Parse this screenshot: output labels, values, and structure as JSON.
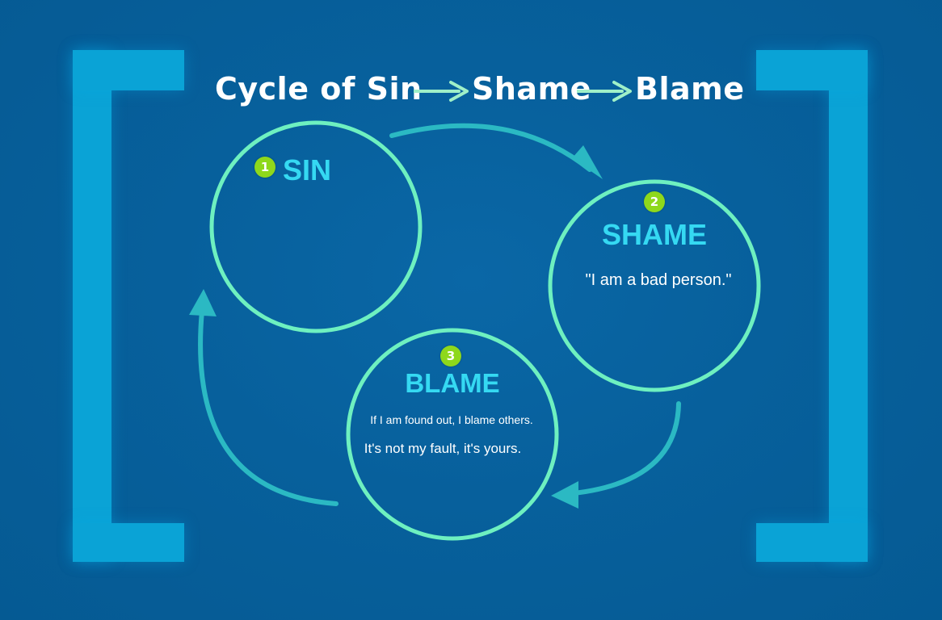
{
  "title": {
    "word1": "Cycle of Sin",
    "word2": "Shame",
    "word3": "Blame"
  },
  "nodes": [
    {
      "number": "1",
      "label": "SIN",
      "lines": []
    },
    {
      "number": "2",
      "label": "SHAME",
      "lines": [
        "\"I am a bad person.\""
      ]
    },
    {
      "number": "3",
      "label": "BLAME",
      "lines": [
        "If I am found out, I blame others.",
        "It's not my fault, it's yours."
      ]
    }
  ],
  "colors": {
    "background": "#07609c",
    "bracket": "#0aa3d6",
    "circle_stroke": "#6ef0c0",
    "cycle_arrow": "#2bb9c3",
    "title_arrow": "#9ff0c8",
    "heading": "#35d9f2",
    "badge": "#8ed81c"
  }
}
